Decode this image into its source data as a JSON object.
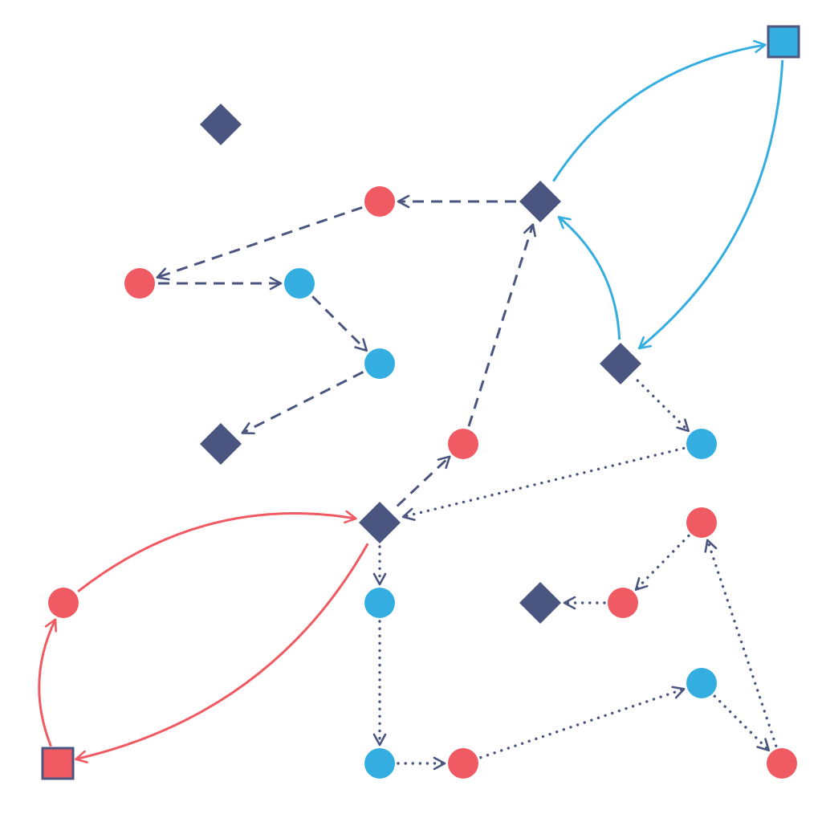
{
  "colors": {
    "red": "#f05a63",
    "blue": "#34aee0",
    "navy": "#4b5680",
    "background": "#ffffff"
  },
  "nodes": [
    {
      "id": "n1",
      "shape": "diamond",
      "color": "navy"
    },
    {
      "id": "n2",
      "shape": "square",
      "color": "blue"
    },
    {
      "id": "n3",
      "shape": "circle",
      "color": "red"
    },
    {
      "id": "n4",
      "shape": "diamond",
      "color": "navy"
    },
    {
      "id": "n5",
      "shape": "circle",
      "color": "red"
    },
    {
      "id": "n6",
      "shape": "circle",
      "color": "blue"
    },
    {
      "id": "n7",
      "shape": "circle",
      "color": "blue"
    },
    {
      "id": "n8",
      "shape": "diamond",
      "color": "navy"
    },
    {
      "id": "n9",
      "shape": "diamond",
      "color": "navy"
    },
    {
      "id": "n10",
      "shape": "circle",
      "color": "red"
    },
    {
      "id": "n11",
      "shape": "circle",
      "color": "blue"
    },
    {
      "id": "n12",
      "shape": "diamond",
      "color": "navy"
    },
    {
      "id": "n13",
      "shape": "circle",
      "color": "red"
    },
    {
      "id": "n14",
      "shape": "circle",
      "color": "red"
    },
    {
      "id": "n15",
      "shape": "circle",
      "color": "blue"
    },
    {
      "id": "n16",
      "shape": "diamond",
      "color": "navy"
    },
    {
      "id": "n17",
      "shape": "circle",
      "color": "red"
    },
    {
      "id": "n18",
      "shape": "circle",
      "color": "blue"
    },
    {
      "id": "n19",
      "shape": "square",
      "color": "red"
    },
    {
      "id": "n20",
      "shape": "circle",
      "color": "blue"
    },
    {
      "id": "n21",
      "shape": "circle",
      "color": "red"
    },
    {
      "id": "n22",
      "shape": "circle",
      "color": "red"
    }
  ],
  "edges": [
    {
      "from": "n4",
      "to": "n3",
      "style": "dashed",
      "color": "navy"
    },
    {
      "from": "n3",
      "to": "n5",
      "style": "dashed",
      "color": "navy"
    },
    {
      "from": "n5",
      "to": "n6",
      "style": "dashed",
      "color": "navy"
    },
    {
      "from": "n6",
      "to": "n7",
      "style": "dashed",
      "color": "navy"
    },
    {
      "from": "n7",
      "to": "n8",
      "style": "dashed",
      "color": "navy"
    },
    {
      "from": "n10",
      "to": "n4",
      "style": "dashed",
      "color": "navy"
    },
    {
      "from": "n12",
      "to": "n10",
      "style": "dashed",
      "color": "navy"
    },
    {
      "from": "n4",
      "to": "n2",
      "style": "solid",
      "color": "blue",
      "curve": "left"
    },
    {
      "from": "n2",
      "to": "n9",
      "style": "solid",
      "color": "blue",
      "curve": "left"
    },
    {
      "from": "n9",
      "to": "n4",
      "style": "solid",
      "color": "blue",
      "curve": "right"
    },
    {
      "from": "n9",
      "to": "n11",
      "style": "dotted",
      "color": "navy"
    },
    {
      "from": "n11",
      "to": "n12",
      "style": "dotted",
      "color": "navy"
    },
    {
      "from": "n12",
      "to": "n15",
      "style": "dotted",
      "color": "navy"
    },
    {
      "from": "n15",
      "to": "n20",
      "style": "dotted",
      "color": "navy"
    },
    {
      "from": "n20",
      "to": "n21",
      "style": "dotted",
      "color": "navy"
    },
    {
      "from": "n21",
      "to": "n18",
      "style": "dotted",
      "color": "navy"
    },
    {
      "from": "n18",
      "to": "n22",
      "style": "dotted",
      "color": "navy"
    },
    {
      "from": "n22",
      "to": "n13",
      "style": "dotted",
      "color": "navy"
    },
    {
      "from": "n13",
      "to": "n17",
      "style": "dotted",
      "color": "navy"
    },
    {
      "from": "n17",
      "to": "n16",
      "style": "dotted",
      "color": "navy"
    },
    {
      "from": "n14",
      "to": "n12",
      "style": "solid",
      "color": "red",
      "curve": "left"
    },
    {
      "from": "n12",
      "to": "n19",
      "style": "solid",
      "color": "red",
      "curve": "left"
    },
    {
      "from": "n19",
      "to": "n14",
      "style": "solid",
      "color": "red",
      "curve": "left"
    }
  ]
}
